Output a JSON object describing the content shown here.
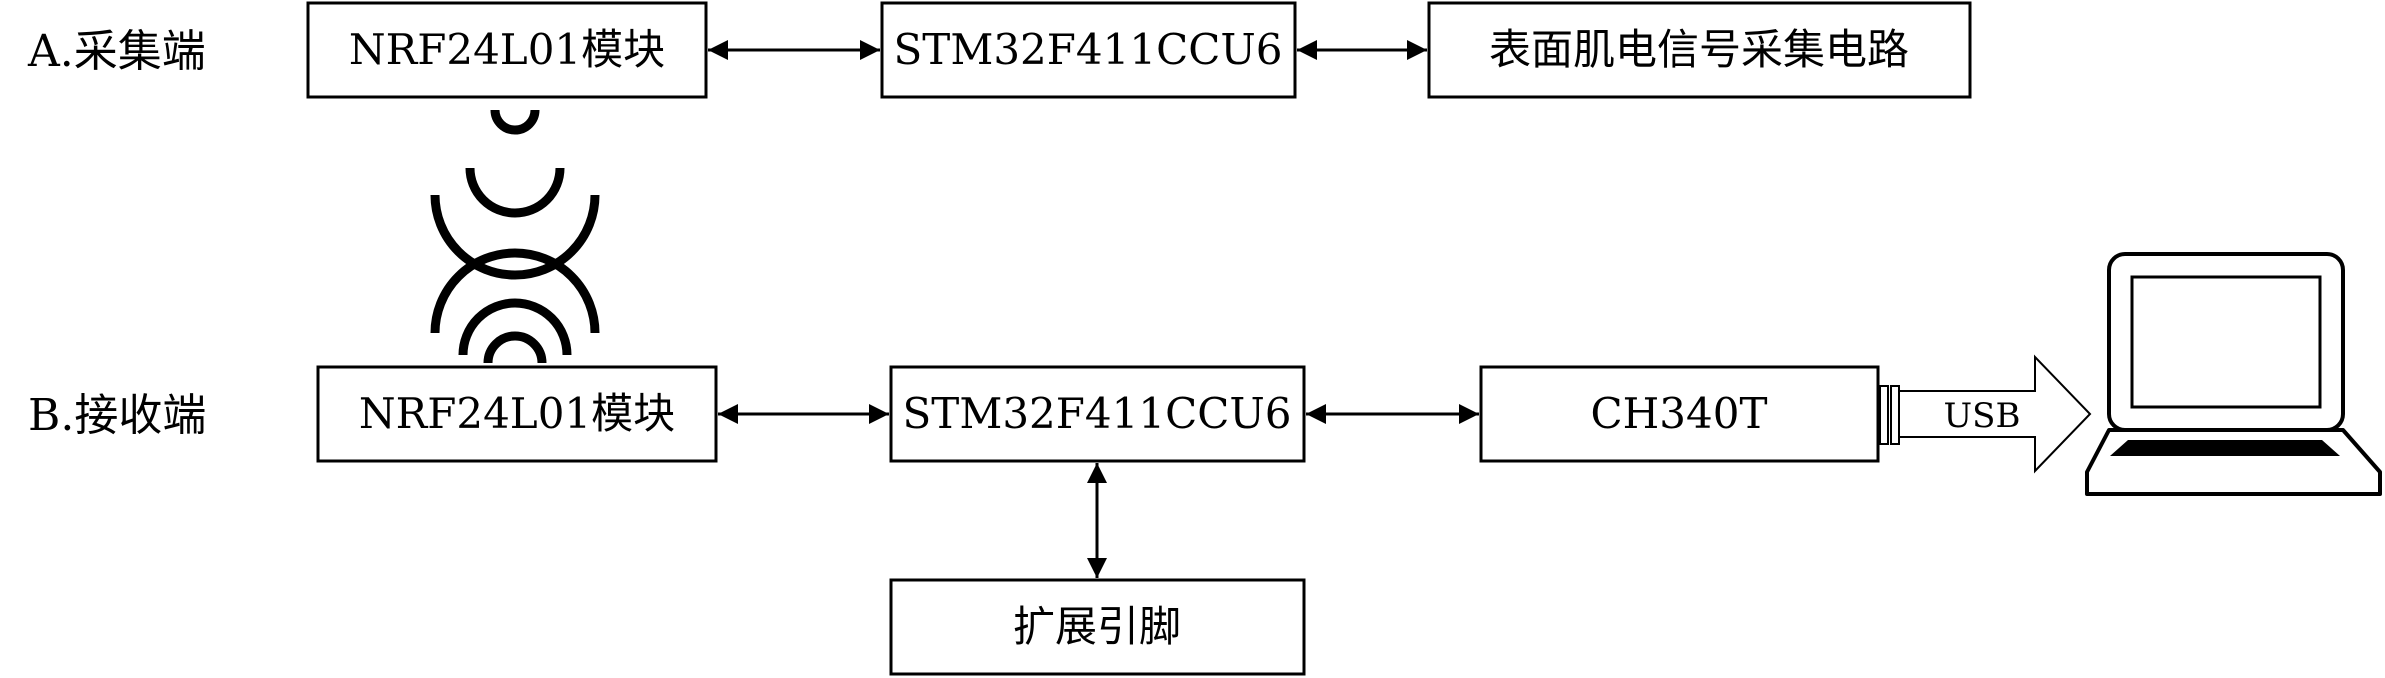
{
  "sections": {
    "acquisition": {
      "label": "A.采集端",
      "rf_module": "NRF24L01模块",
      "mcu": "STM32F411CCU6",
      "emg_circuit": "表面肌电信号采集电路"
    },
    "receiver": {
      "label": "B.接收端",
      "rf_module": "NRF24L01模块",
      "mcu": "STM32F411CCU6",
      "usb_chip": "CH340T",
      "expansion": "扩展引脚"
    }
  },
  "link": {
    "usb_label": "USB"
  },
  "icons": {
    "wireless_tx": "wireless-signal-icon",
    "wireless_rx": "wireless-signal-icon",
    "computer": "laptop-icon"
  },
  "colors": {
    "stroke": "#000000",
    "background": "#ffffff"
  }
}
